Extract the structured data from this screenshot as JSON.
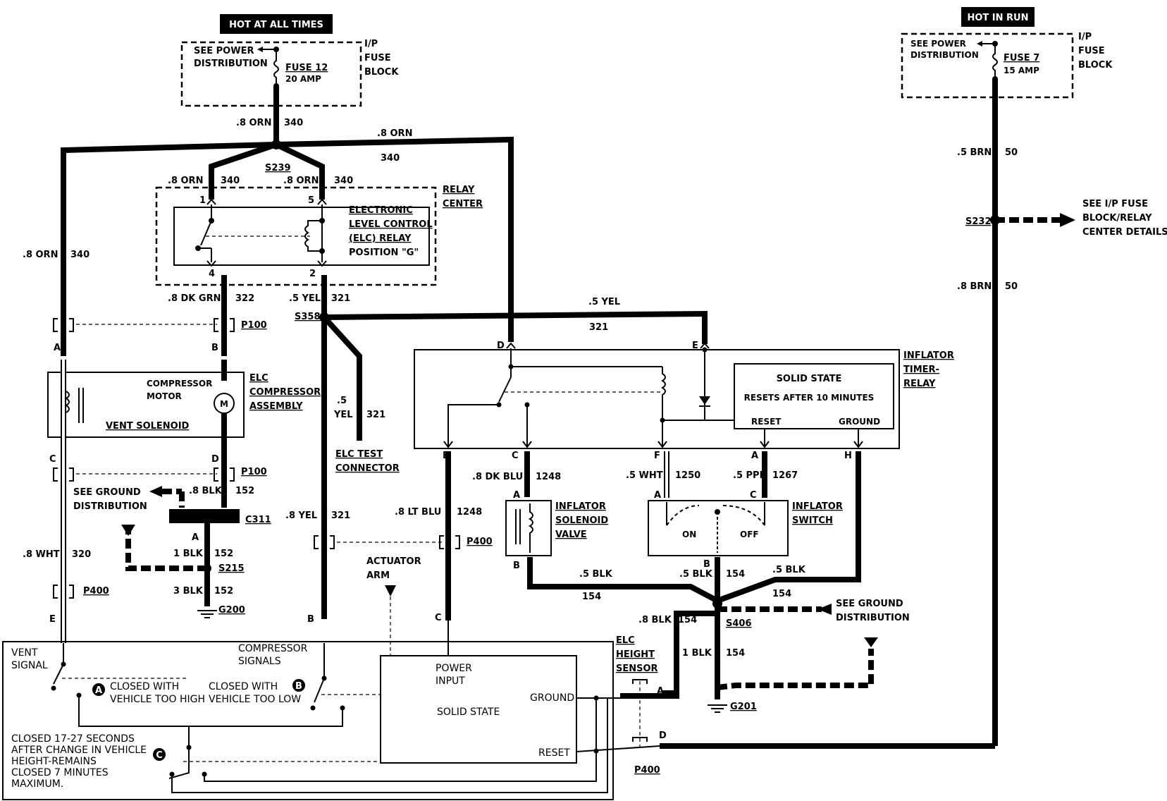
{
  "power": {
    "hot_at_all_times": "HOT AT ALL TIMES",
    "hot_in_run": "HOT IN RUN",
    "see_power_line1": "SEE POWER",
    "see_power_line2": "DISTRIBUTION",
    "fuse12_name": "FUSE 12",
    "fuse12_amp": "20 AMP",
    "fuse7_name": "FUSE 7",
    "fuse7_amp": "15 AMP",
    "ip_fuse_block_1": "I/P",
    "ip_fuse_block_2": "FUSE",
    "ip_fuse_block_3": "BLOCK"
  },
  "wires": {
    "orn_gauge": ".8 ORN",
    "orn_circuit": "340",
    "brn_gauge_1": ".5 BRN",
    "brn_gauge_2": ".8 BRN",
    "brn_circuit": "50",
    "dkgrn_gauge": ".8 DK GRN",
    "dkgrn_circuit": "322",
    "yel_gauge_1": ".5 YEL",
    "yel_gauge_2": ".8 YEL",
    "yel_gauge_v1": ".5",
    "yel_gauge_v2": "YEL",
    "yel_circuit": "321",
    "blk_gauge_1": ".8 BLK",
    "blk_gauge_2": "1 BLK",
    "blk_gauge_3": "3 BLK",
    "blk_gauge_4": ".5 BLK",
    "blk_circuit_1": "152",
    "blk_circuit_2": "154",
    "wht_gauge_1": ".8 WHT",
    "wht_circuit_1": "320",
    "wht_gauge_2": ".5 WHT",
    "wht_circuit_2": "1250",
    "dkblu_gauge": ".8 DK BLU",
    "ltblu_gauge": ".8 LT BLU",
    "blu_circuit": "1248",
    "ppl_gauge": ".5 PPL",
    "ppl_circuit": "1267"
  },
  "splices": {
    "s239": "S239",
    "s358": "S358",
    "s232": "S232",
    "s215": "S215",
    "s406": "S406"
  },
  "connectors": {
    "p100": "P100",
    "p400": "P400",
    "c311": "C311",
    "g200": "G200",
    "g201": "G201",
    "pins": [
      "1",
      "5",
      "4",
      "2",
      "A",
      "B",
      "C",
      "D",
      "E",
      "F",
      "H"
    ]
  },
  "relay": {
    "relay_center_1": "RELAY",
    "relay_center_2": "CENTER",
    "elc_relay_1": "ELECTRONIC",
    "elc_relay_2": "LEVEL CONTROL",
    "elc_relay_3": "(ELC) RELAY",
    "elc_relay_4": "POSITION \"G\""
  },
  "compressor": {
    "title_1": "ELC",
    "title_2": "COMPRESSOR",
    "title_3": "ASSEMBLY",
    "motor_1": "COMPRESSOR",
    "motor_2": "MOTOR",
    "motor_symbol": "M",
    "vent_solenoid": "VENT SOLENOID"
  },
  "ground": {
    "see_ground_1": "SEE GROUND",
    "see_ground_2": "DISTRIBUTION"
  },
  "test": {
    "elc_test_1": "ELC TEST",
    "elc_test_2": "CONNECTOR",
    "see_ip_1": "SEE I/P FUSE",
    "see_ip_2": "BLOCK/RELAY",
    "see_ip_3": "CENTER DETAILS"
  },
  "inflator": {
    "timer_1": "INFLATOR",
    "timer_2": "TIMER-",
    "timer_3": "RELAY",
    "solid_state": "SOLID STATE",
    "resets": "RESETS AFTER 10 MINUTES",
    "reset": "RESET",
    "ground": "GROUND",
    "valve_1": "INFLATOR",
    "valve_2": "SOLENOID",
    "valve_3": "VALVE",
    "switch_1": "INFLATOR",
    "switch_2": "SWITCH",
    "on": "ON",
    "off": "OFF"
  },
  "sensor": {
    "title_1": "ELC",
    "title_2": "HEIGHT",
    "title_3": "SENSOR",
    "actuator_1": "ACTUATOR",
    "actuator_2": "ARM",
    "vent_signal_1": "VENT",
    "vent_signal_2": "SIGNAL",
    "comp_signals_1": "COMPRESSOR",
    "comp_signals_2": "SIGNALS",
    "badge_a": "A",
    "badge_b": "B",
    "badge_c": "C",
    "closed_high_1": "CLOSED WITH",
    "closed_high_2": "VEHICLE TOO HIGH",
    "closed_low_1": "CLOSED WITH",
    "closed_low_2": "VEHICLE TOO LOW",
    "closed_c_1": "CLOSED 17-27 SECONDS",
    "closed_c_2": "AFTER CHANGE IN VEHICLE",
    "closed_c_3": "HEIGHT-REMAINS",
    "closed_c_4": "CLOSED 7 MINUTES",
    "closed_c_5": "MAXIMUM.",
    "power_input_1": "POWER",
    "power_input_2": "INPUT",
    "solid_state": "SOLID STATE",
    "ground": "GROUND",
    "reset": "RESET"
  }
}
